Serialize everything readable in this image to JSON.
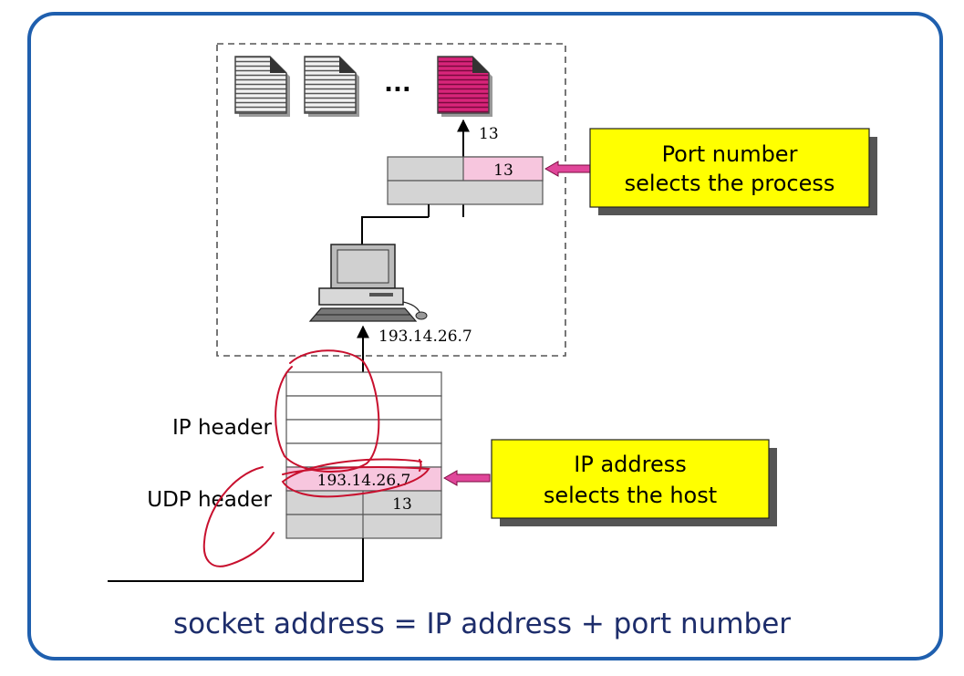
{
  "diagram": {
    "process_ellipsis": "...",
    "port_number_arrow_label": "13",
    "port_field_value": "13",
    "host_ip_label": "193.14.26.7",
    "ip_header_label": "IP header",
    "udp_header_label": "UDP header",
    "packet_ip_value": "193.14.26.7",
    "packet_port_value": "13",
    "callout_port": {
      "line1": "Port number",
      "line2": "selects the process"
    },
    "callout_ip": {
      "line1": "IP address",
      "line2": "selects the host"
    }
  },
  "caption": "socket address = IP address + port number",
  "colors": {
    "frame_border": "#1f5fae",
    "callout_fill": "#ffff00",
    "highlight_pink": "#f7c6de",
    "process_magenta": "#d8257a",
    "arrow_pink": "#e0479a",
    "grey_field": "#d4d4d4",
    "annotation_red": "#c8102e",
    "caption_text": "#1d2d6b"
  },
  "icons": [
    "document-icon",
    "selected-process-document-icon",
    "computer-icon",
    "pink-arrow-icon"
  ]
}
